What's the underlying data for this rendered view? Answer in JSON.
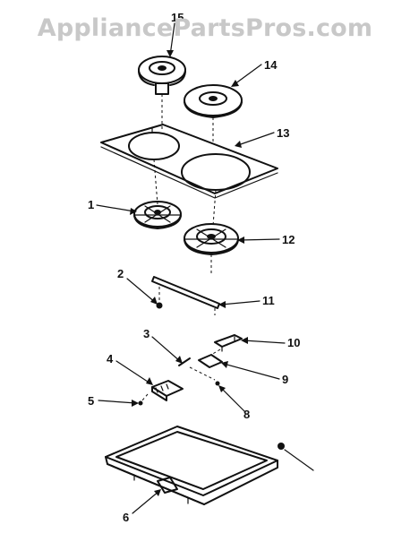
{
  "watermark": "AppliancePartsPros.com",
  "callouts": [
    "15",
    "14",
    "13",
    "1",
    "12",
    "2",
    "11",
    "3",
    "10",
    "4",
    "9",
    "5",
    "8",
    "6"
  ]
}
